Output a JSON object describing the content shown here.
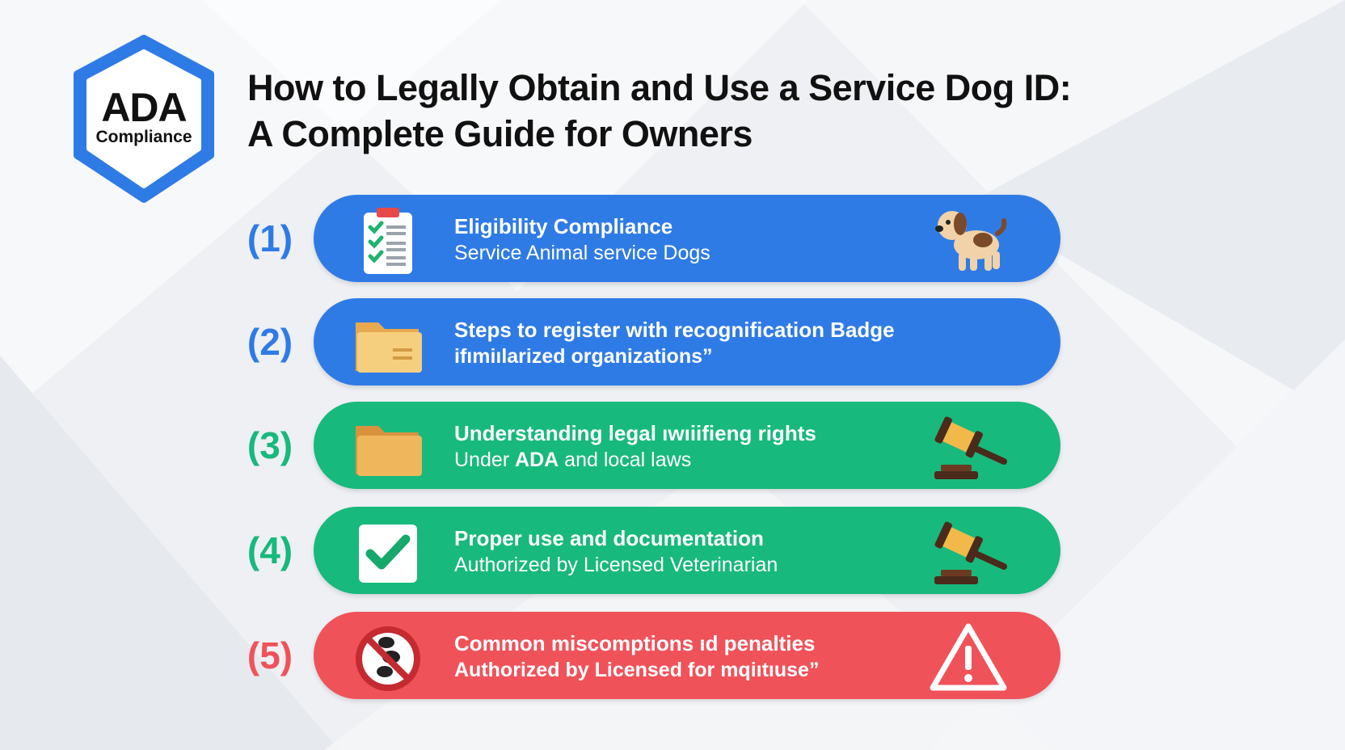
{
  "badge": {
    "line1": "ADA",
    "line2": "Compliance"
  },
  "title": {
    "line1": "How to Legally Obtain and Use a Service Dog ID:",
    "line2": "A Complete Guide for Owners"
  },
  "colors": {
    "blue": "#2f7be6",
    "green": "#17b97c",
    "red": "#f0525a"
  },
  "steps": [
    {
      "number": "(1)",
      "color": "#2f7be6",
      "title": "Eligibility Compliance",
      "subtitle": "Service Animal service Dogs",
      "icon_left": "checklist-icon",
      "icon_right": "dog-icon"
    },
    {
      "number": "(2)",
      "color": "#2f7be6",
      "title": "Steps to register with recognification Badge",
      "subtitle": "ifımiılarized organizations”",
      "icon_left": "folder-icon"
    },
    {
      "number": "(3)",
      "color": "#17b97c",
      "title": "Understanding legal ıwıiifieng rights",
      "subtitle_pre": "Under ",
      "subtitle_bold": "ADA",
      "subtitle_post": " and local laws",
      "icon_left": "folder-icon",
      "icon_right": "gavel-icon"
    },
    {
      "number": "(4)",
      "color": "#17b97c",
      "title": "Proper use and documentation",
      "subtitle": "Authorized by Licensed Veterinarian",
      "icon_left": "checkbox-icon",
      "icon_right": "gavel-icon"
    },
    {
      "number": "(5)",
      "color": "#f0525a",
      "title": "Common miscomptions ıd penalties",
      "subtitle": "Authorized by Licensed for mqiıtıuse”",
      "icon_left": "no-paw-icon",
      "icon_right": "warning-icon"
    }
  ]
}
